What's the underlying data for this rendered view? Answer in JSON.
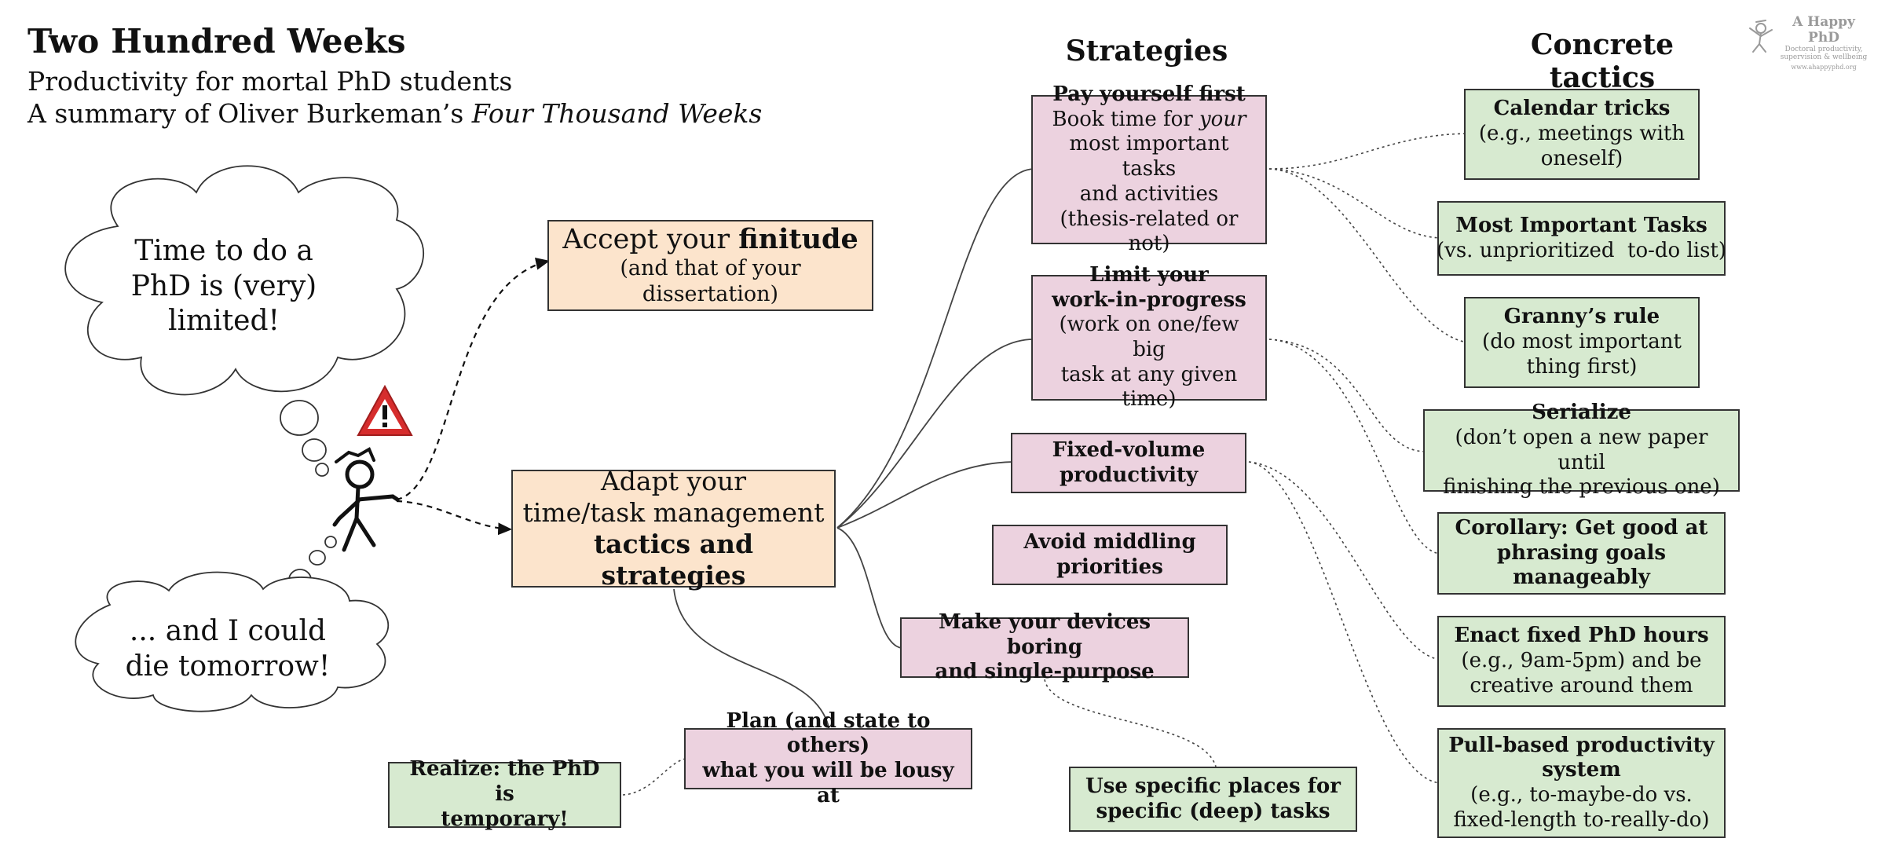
{
  "header": {
    "title": "Two Hundred Weeks",
    "subtitle": "Productivity for mortal PhD students",
    "summary_prefix": "A summary of Oliver Burkeman’s ",
    "summary_book": "Four Thousand Weeks"
  },
  "columns": {
    "strategies": "Strategies",
    "tactics": "Concrete tactics"
  },
  "logo": {
    "name": "A Happy PhD",
    "tagline_1": "Doctoral productivity,",
    "tagline_2": "supervision & wellbeing",
    "url": "www.ahappyphd.org"
  },
  "thoughts": {
    "cloud_top": [
      "Time to do a",
      "PhD is (very)",
      "limited!"
    ],
    "cloud_bottom": [
      "... and I could",
      "die tomorrow!"
    ]
  },
  "main_nodes": {
    "accept": {
      "prefix": "Accept your ",
      "bold": "finitude",
      "line2": "(and that of your dissertation)"
    },
    "adapt": {
      "line1": "Adapt your",
      "line2": "time/task management",
      "bold": "tactics and strategies"
    }
  },
  "strategies": {
    "pay_yourself": {
      "title": "Pay yourself first",
      "line1_pre": "Book time for ",
      "line1_em": "your",
      "line2": "most important tasks",
      "line3": "and activities",
      "line4": "(thesis-related or not)"
    },
    "limit_wip": {
      "title1": "Limit your",
      "title2": "work-in-progress",
      "line1": "(work on one/few big",
      "line2": "task at any given time)"
    },
    "fixed_volume": {
      "title1": "Fixed-volume",
      "title2": "productivity"
    },
    "avoid_middling": {
      "title1": "Avoid middling",
      "title2": "priorities"
    },
    "devices": {
      "title1": "Make your devices boring",
      "title2": "and single-purpose"
    },
    "plan_lousy": {
      "title1": "Plan (and state to others)",
      "title2": "what you will be lousy at"
    }
  },
  "tactics": {
    "calendar": {
      "title": "Calendar tricks",
      "line1": "(e.g., meetings with",
      "line2": "oneself)"
    },
    "mit": {
      "title": "Most Important Tasks",
      "line1": "(vs. unprioritized  to-do list)"
    },
    "granny": {
      "title": "Granny’s rule",
      "line1": "(do most important",
      "line2": "thing first)"
    },
    "serialize": {
      "title": "Serialize",
      "line1": "(don’t open a new paper until",
      "line2": "finishing the previous one)"
    },
    "corollary": {
      "title1": "Corollary: Get good at",
      "title2": "phrasing goals",
      "title3": "manageably"
    },
    "phd_hours": {
      "title": "Enact fixed PhD hours",
      "line1": "(e.g., 9am-5pm) and be",
      "line2": "creative around them"
    },
    "pull_based": {
      "title1": "Pull-based productivity",
      "title2": "system",
      "line1": "(e.g., to-maybe-do vs.",
      "line2": "fixed-length to-really-do)"
    },
    "places": {
      "title1": "Use specific places for",
      "title2": "specific (deep) tasks"
    },
    "temporary": {
      "title1": "Realize: the PhD is",
      "title2": "temporary!"
    }
  },
  "icons": {
    "warning": "warning-icon",
    "figure": "stick-figure-icon",
    "logo": "happy-phd-logo-icon"
  },
  "colors": {
    "main_node": "#fce4cc",
    "strategy": "#ecd2df",
    "tactic": "#d7ead0",
    "warning_red": "#d62d2d"
  }
}
